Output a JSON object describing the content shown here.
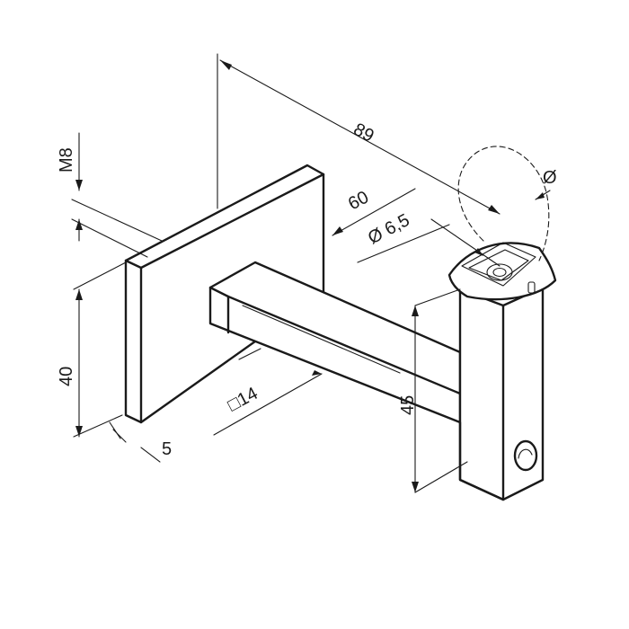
{
  "dimensions": {
    "d89": "89",
    "d60": "60",
    "d65": "Ø 6,5",
    "dPhi": "Ø",
    "dM8": "M8",
    "d40": "40",
    "d14": "□14",
    "d45": "45",
    "d5": "5"
  }
}
